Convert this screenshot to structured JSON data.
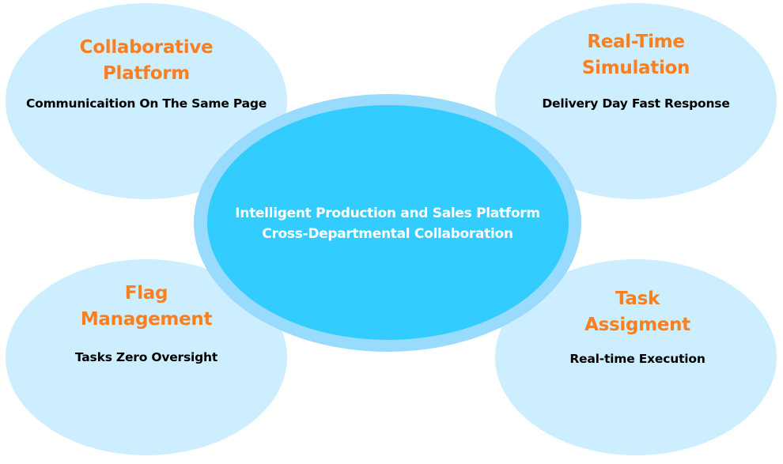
{
  "diagram": {
    "center": {
      "line1": "Intelligent Production and Sales Platform",
      "line2": "Cross-Departmental Collaboration"
    },
    "nodes": [
      {
        "position": "top-left",
        "title_line1": "Collaborative",
        "title_line2": "Platform",
        "subtitle": "Communicaition On The Same Page"
      },
      {
        "position": "top-right",
        "title_line1": "Real-Time",
        "title_line2": "Simulation",
        "subtitle": "Delivery Day Fast Response"
      },
      {
        "position": "bottom-left",
        "title_line1": "Flag",
        "title_line2": "Management",
        "subtitle": "Tasks Zero Oversight"
      },
      {
        "position": "bottom-right",
        "title_line1": "Task",
        "title_line2": "Assigment",
        "subtitle": "Real-time Execution"
      }
    ],
    "colors": {
      "node_fill": "#cdeeff",
      "center_ring": "#99dbfc",
      "center_fill": "#33ccfe",
      "title_text": "#f97f21",
      "subtitle_text": "#000000",
      "center_text": "#ffffff"
    }
  }
}
